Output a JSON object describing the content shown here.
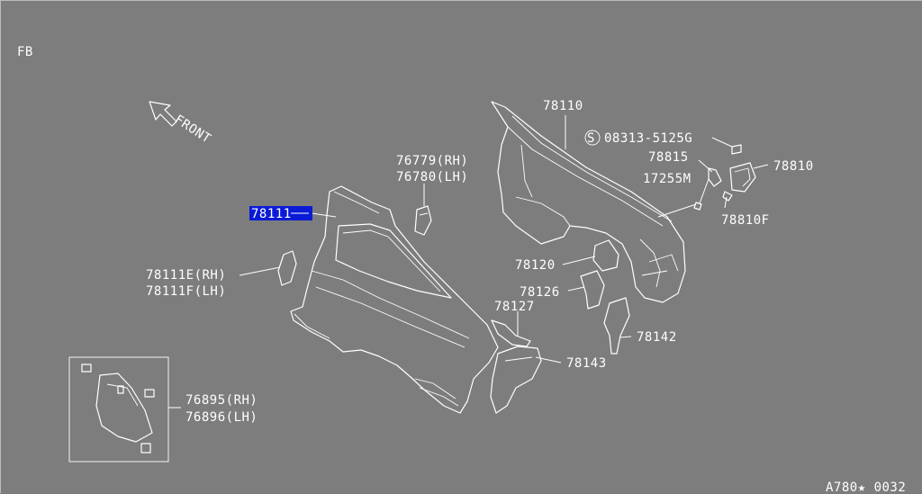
{
  "sheet": {
    "corner_code": "FB",
    "figure_id": "A780★ 0032",
    "front_label": "FRONT"
  },
  "parts": [
    {
      "id": "p78110",
      "label": "78110"
    },
    {
      "id": "p08313",
      "label": "08313-5125G"
    },
    {
      "id": "p78815",
      "label": "78815"
    },
    {
      "id": "p78810",
      "label": "78810"
    },
    {
      "id": "p17255",
      "label": "17255M"
    },
    {
      "id": "p78810F",
      "label": "78810F"
    },
    {
      "id": "p76779",
      "label": "76779(RH)"
    },
    {
      "id": "p76780",
      "label": "76780(LH)"
    },
    {
      "id": "p78111",
      "label": "78111",
      "selected": true
    },
    {
      "id": "p78111E",
      "label": "78111E(RH)"
    },
    {
      "id": "p78111F",
      "label": "78111F(LH)"
    },
    {
      "id": "p78120",
      "label": "78120"
    },
    {
      "id": "p78126",
      "label": "78126"
    },
    {
      "id": "p78127",
      "label": "78127"
    },
    {
      "id": "p78142",
      "label": "78142"
    },
    {
      "id": "p78143",
      "label": "78143"
    },
    {
      "id": "p76895",
      "label": "76895(RH)"
    },
    {
      "id": "p76896",
      "label": "76896(LH)"
    }
  ],
  "colors": {
    "background": "#7d7d7d",
    "linework": "#ffffff",
    "selection": "#0a1bd6"
  }
}
